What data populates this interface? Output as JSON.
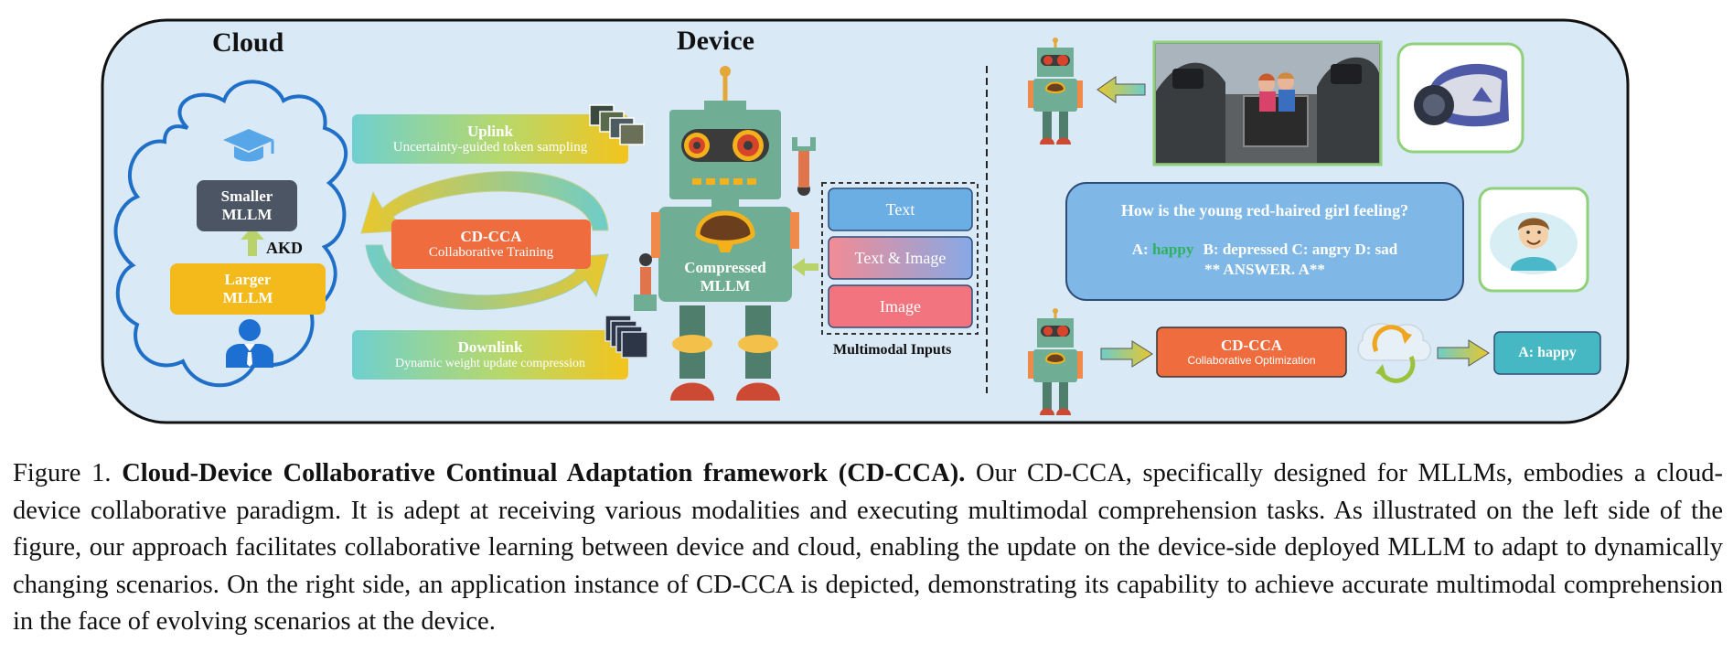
{
  "figure": {
    "cloud_title": "Cloud",
    "device_title": "Device",
    "smaller_mllm": [
      "Smaller",
      "MLLM"
    ],
    "akd": "AKD",
    "larger_mllm": [
      "Larger",
      "MLLM"
    ],
    "uplink_title": "Uplink",
    "uplink_sub": "Uncertainty-guided token sampling",
    "cdcca_title": "CD-CCA",
    "cdcca_sub": "Collaborative Training",
    "downlink_title": "Downlink",
    "downlink_sub": "Dynamic weight update compression",
    "compressed_mllm": [
      "Compressed",
      "MLLM"
    ],
    "inputs": [
      "Text",
      "Text & Image",
      "Image"
    ],
    "inputs_label": "Multimodal Inputs",
    "question": "How is the young red-haired girl feeling?",
    "option_prefix": "A:",
    "option_answer": "happy",
    "option_rest": "B: depressed C: angry  D: sad",
    "answer_line": "** ANSWER. A**",
    "opt_title": "CD-CCA",
    "opt_sub": "Collaborative Optimization",
    "result": "A: happy",
    "colors": {
      "panel_bg": "#dae9f6",
      "cloud_blue": "#1f6fc8",
      "smaller": "#4b5563",
      "larger": "#f4b91a",
      "cdcca": "#ef6c3e",
      "robot": "#6fae94",
      "answer_green": "#2fb15f",
      "result_teal": "#45b8c3"
    }
  },
  "caption": {
    "label": "Figure 1.",
    "bold": "Cloud-Device Collaborative Continual Adaptation framework (CD-CCA).",
    "text": "Our CD-CCA, specifically designed for MLLMs, embodies a cloud-device collaborative paradigm.  It is adept at receiving various modalities and executing multimodal comprehension tasks. As illustrated on the left side of the figure, our approach facilitates collaborative learning between device and cloud, enabling the update on the device-side deployed MLLM to adapt to dynamically changing scenarios.  On the right side, an application instance of CD-CCA is depicted, demonstrating its capability to achieve accurate multimodal comprehension in the face of evolving scenarios at the device."
  }
}
